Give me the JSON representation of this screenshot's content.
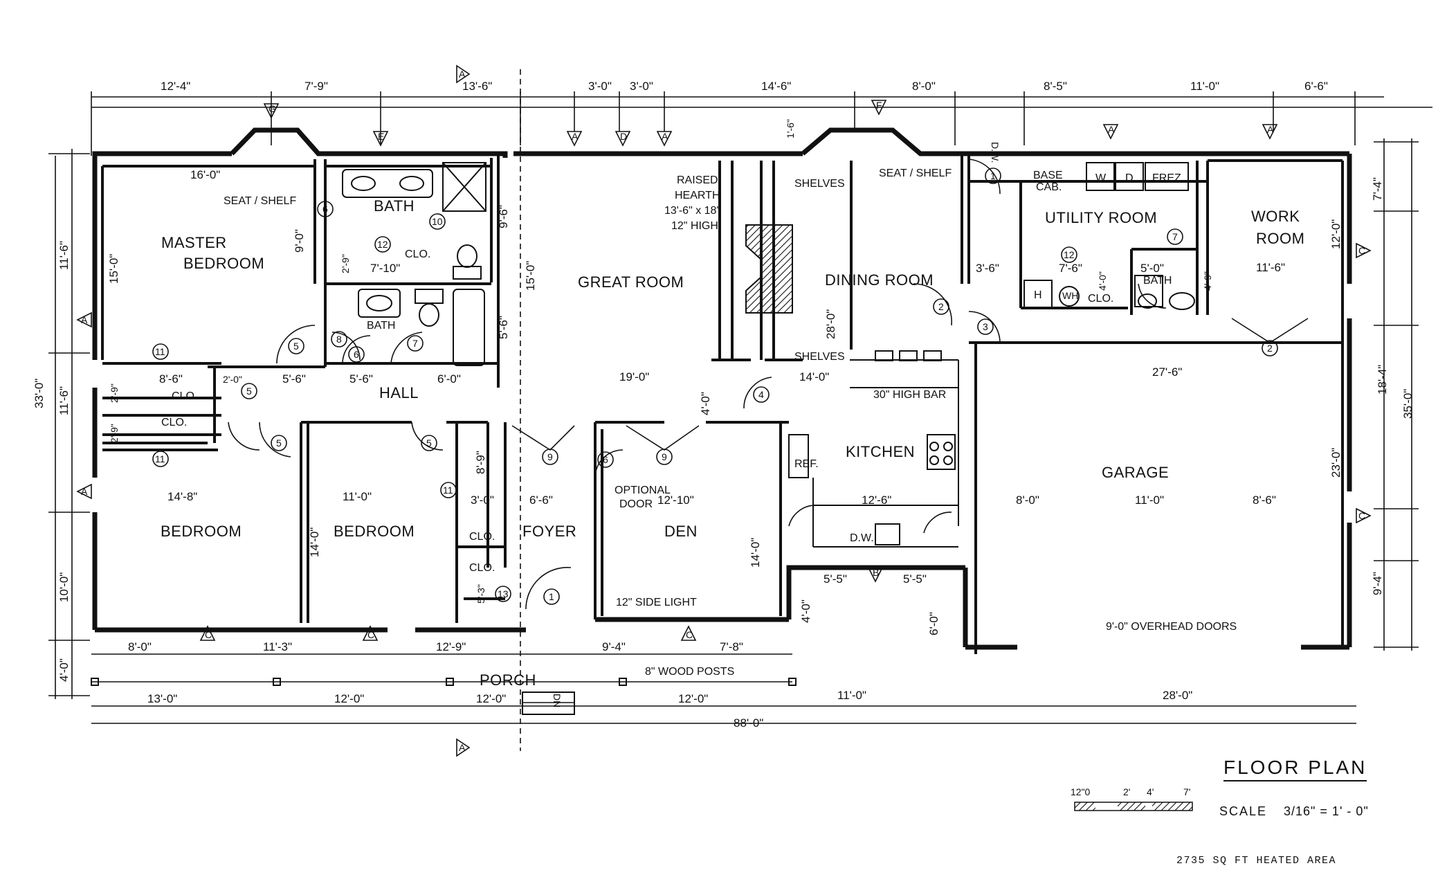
{
  "plan": {
    "title": "FLOOR PLAN",
    "scale_label": "SCALE",
    "scale_value": "3/16\" = 1' - 0\"",
    "scale_bar_ticks": [
      "12\"0",
      "2'",
      "4'",
      "7'"
    ],
    "heated_area": "2735 SQ FT HEATED AREA"
  },
  "rooms": {
    "master_bedroom_1": "MASTER",
    "master_bedroom_2": "BEDROOM",
    "bath_main": "BATH",
    "bath_hall": "BATH",
    "great_room": "GREAT ROOM",
    "dining_room": "DINING ROOM",
    "utility_room": "UTILITY ROOM",
    "work_room_1": "WORK",
    "work_room_2": "ROOM",
    "bath_work": "BATH",
    "hall": "HALL",
    "bedroom_1": "BEDROOM",
    "bedroom_2": "BEDROOM",
    "foyer": "FOYER",
    "den": "DEN",
    "kitchen": "KITCHEN",
    "garage": "GARAGE",
    "porch": "PORCH"
  },
  "notes": {
    "seat_shelf_left": "SEAT / SHELF",
    "seat_shelf_right": "SEAT / SHELF",
    "raised_hearth_1": "RAISED",
    "raised_hearth_2": "HEARTH",
    "raised_hearth_3": "13'-6\" x 18\"",
    "raised_hearth_4": "12\" HIGH",
    "shelves_top": "SHELVES",
    "shelves_bottom": "SHELVES",
    "high_bar": "30\" HIGH BAR",
    "optional_door_1": "OPTIONAL",
    "optional_door_2": "DOOR",
    "side_light": "12\" SIDE LIGHT",
    "wood_posts": "8\" WOOD POSTS",
    "overhead_doors": "9'-0\" OVERHEAD DOORS",
    "base_cab_1": "BASE",
    "base_cab_2": "CAB.",
    "washer": "W",
    "dryer": "D",
    "freezer": "FREZ.",
    "heater": "H",
    "water_heater": "WH",
    "dishwasher": "D.W.",
    "refrigerator": "REF.",
    "dn": "DN",
    "dw_top": "D.W."
  },
  "closets": {
    "master": "CLO.",
    "utility": "CLO.",
    "hall_1": "CLO.",
    "hall_2": "CLO.",
    "foyer_1": "CLO.",
    "foyer_2": "CLO."
  },
  "dims_top": [
    "12'-4\"",
    "7'-9\"",
    "13'-6\"",
    "3'-0\"",
    "3'-0\"",
    "14'-6\"",
    "8'-0\"",
    "8'-5\"",
    "11'-0\"",
    "6'-6\""
  ],
  "dims_bottom_row1": [
    "8'-0\"",
    "11'-3\"",
    "12'-9\"",
    "9'-4\"",
    "7'-8\""
  ],
  "dims_bottom_row2": [
    "13'-0\"",
    "12'-0\"",
    "12'-0\"",
    "12'-0\"",
    "11'-0\"",
    "28'-0\""
  ],
  "dims_total": "88'-0\"",
  "dims_left": [
    "11'-6\"",
    "11'-6\"",
    "10'-0\"",
    "4'-0\"",
    "33'-0\""
  ],
  "dims_right": [
    "7'-4\"",
    "12'-0\"",
    "18'-4\"",
    "23'-0\"",
    "9'-4\"",
    "35'-0\""
  ],
  "dims_interior": {
    "master_w": "16'-0\"",
    "master_h": "15'-0\"",
    "bath_h": "9'-0\"",
    "clo_w": "7'-10\"",
    "clo_h": "2'-9\"",
    "hall_clo": "8'-6\"",
    "hall_a": "5'-6\"",
    "hall_b": "5'-6\"",
    "hall_c": "6'-0\"",
    "hall_d": "2'-0\"",
    "clo_h1": "2'-9\"",
    "clo_h2": "2'-9\"",
    "great_a": "9'-6\"",
    "great_b": "15'-0\"",
    "great_c": "5'-6\"",
    "great_w": "19'-0\"",
    "fire_h": "1'-6\"",
    "dining_h": "28'-0\"",
    "dining_w": "14'-0\"",
    "den_h": "4'-0\"",
    "util_a": "3'-6\"",
    "util_b": "7'-6\"",
    "util_c": "4'-0\"",
    "util_d": "5'-0\"",
    "util_e": "4'-9\"",
    "work_w": "11'-6\"",
    "garage_w": "27'-6\"",
    "garage_a": "8'-0\"",
    "garage_b": "11'-0\"",
    "garage_c": "8'-6\"",
    "bed1_w": "14'-8\"",
    "bed2_w": "11'-0\"",
    "bed2_h": "14'-0\"",
    "foyer_a": "8'-9\"",
    "foyer_b": "3'-0\"",
    "foyer_w": "6'-6\"",
    "foyer_c": "5'-3\"",
    "den_w": "12'-10\"",
    "den_h2": "14'-0\"",
    "kitchen_w": "12'-6\"",
    "kit_a": "5'-5\"",
    "kit_b": "5'-5\"",
    "kit_h": "4'-0\"",
    "kit_h2": "6'-0\""
  },
  "door_tags": [
    "1",
    "1",
    "2",
    "2",
    "3",
    "4",
    "5",
    "5",
    "5",
    "5",
    "6",
    "6",
    "6",
    "7",
    "7",
    "8",
    "9",
    "9",
    "10",
    "11",
    "11",
    "11",
    "12",
    "12",
    "13"
  ],
  "section_marks": [
    "A",
    "A",
    "A",
    "A",
    "A",
    "A",
    "A",
    "A",
    "B",
    "C",
    "C",
    "C",
    "C",
    "C",
    "D",
    "E",
    "F",
    "G"
  ]
}
